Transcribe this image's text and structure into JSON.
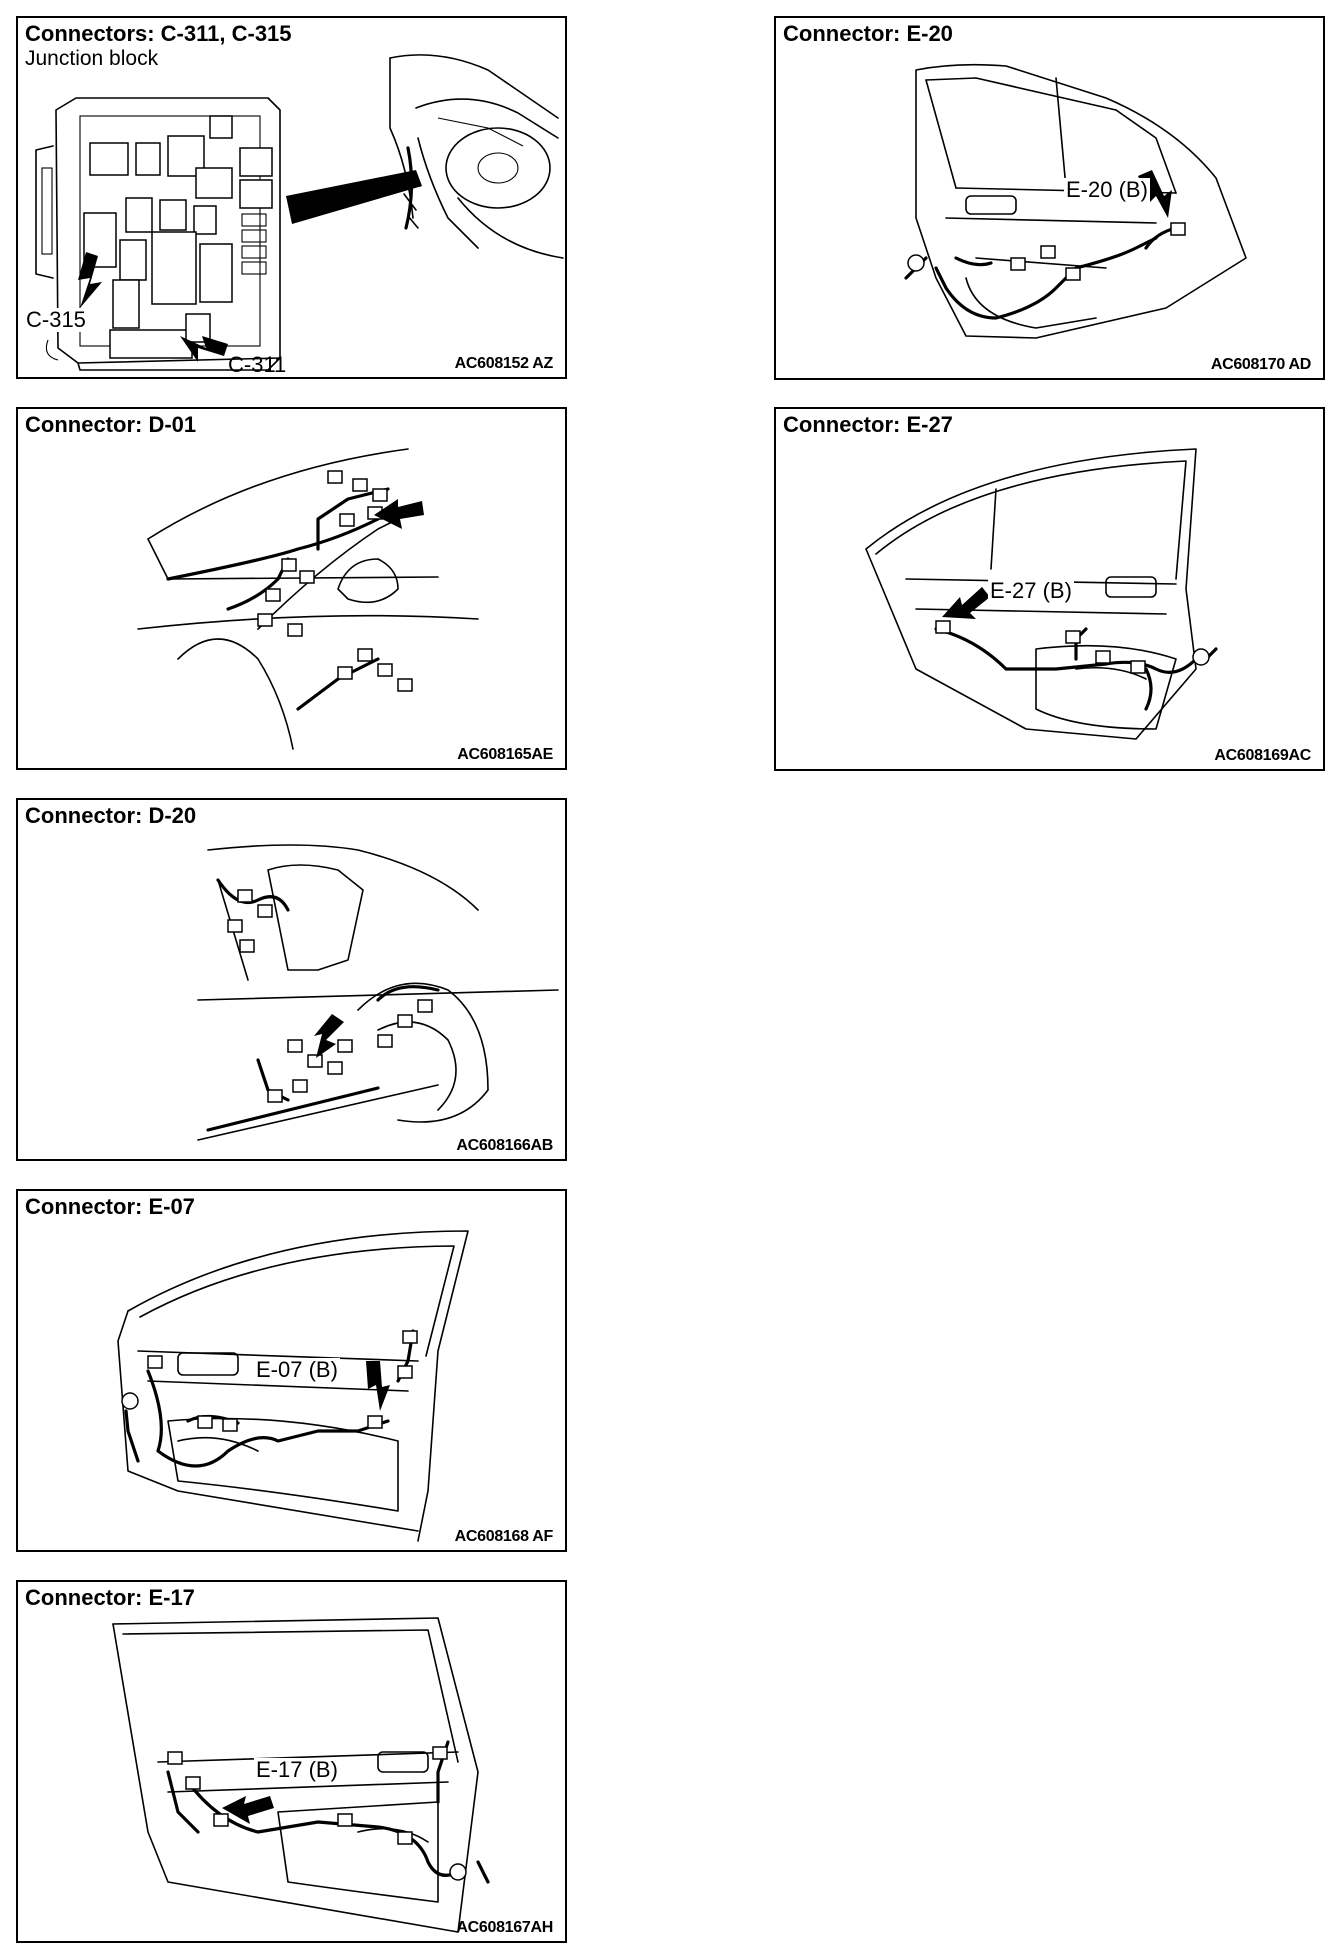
{
  "panels": {
    "c311": {
      "title": "Connectors: C-311, C-315",
      "subtitle": "Junction block",
      "labels": {
        "c315": "C-315",
        "c311": "C-311"
      },
      "code": "AC608152 AZ"
    },
    "d01": {
      "title": "Connector: D-01",
      "code": "AC608165AE"
    },
    "d20": {
      "title": "Connector: D-20",
      "code": "AC608166AB"
    },
    "e07": {
      "title": "Connector: E-07",
      "callout": "E-07 (B)",
      "code": "AC608168 AF"
    },
    "e17": {
      "title": "Connector: E-17",
      "callout": "E-17 (B)",
      "code": "AC608167AH"
    },
    "e20": {
      "title": "Connector: E-20",
      "callout": "E-20 (B)",
      "code": "AC608170 AD"
    },
    "e27": {
      "title": "Connector: E-27",
      "callout": "E-27 (B)",
      "code": "AC608169AC"
    }
  }
}
